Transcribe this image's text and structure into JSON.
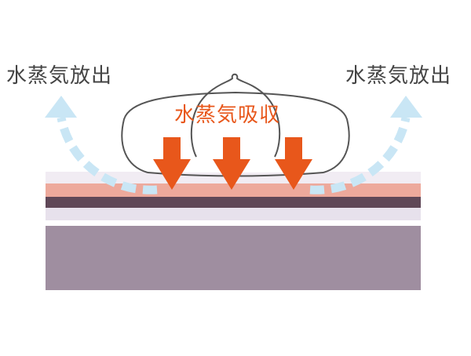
{
  "labels": {
    "release_left": "水蒸気放出",
    "release_right": "水蒸気放出",
    "absorb": "水蒸気吸収"
  },
  "colors": {
    "text_dark": "#444444",
    "accent_orange": "#e8571b",
    "vapor_blue": "#c9e6f5",
    "outline": "#555555",
    "layer_top": "#f1ecf3",
    "layer_salmon": "#eda99c",
    "layer_dark": "#5f4757",
    "layer_lavender": "#e7e1ec",
    "base": "#9f8ea0"
  },
  "icons": {
    "object": "sleeping-bag-outline-icon",
    "absorb_arrow": "down-arrow-icon",
    "release_arrow": "dashed-curved-arrow-icon"
  }
}
